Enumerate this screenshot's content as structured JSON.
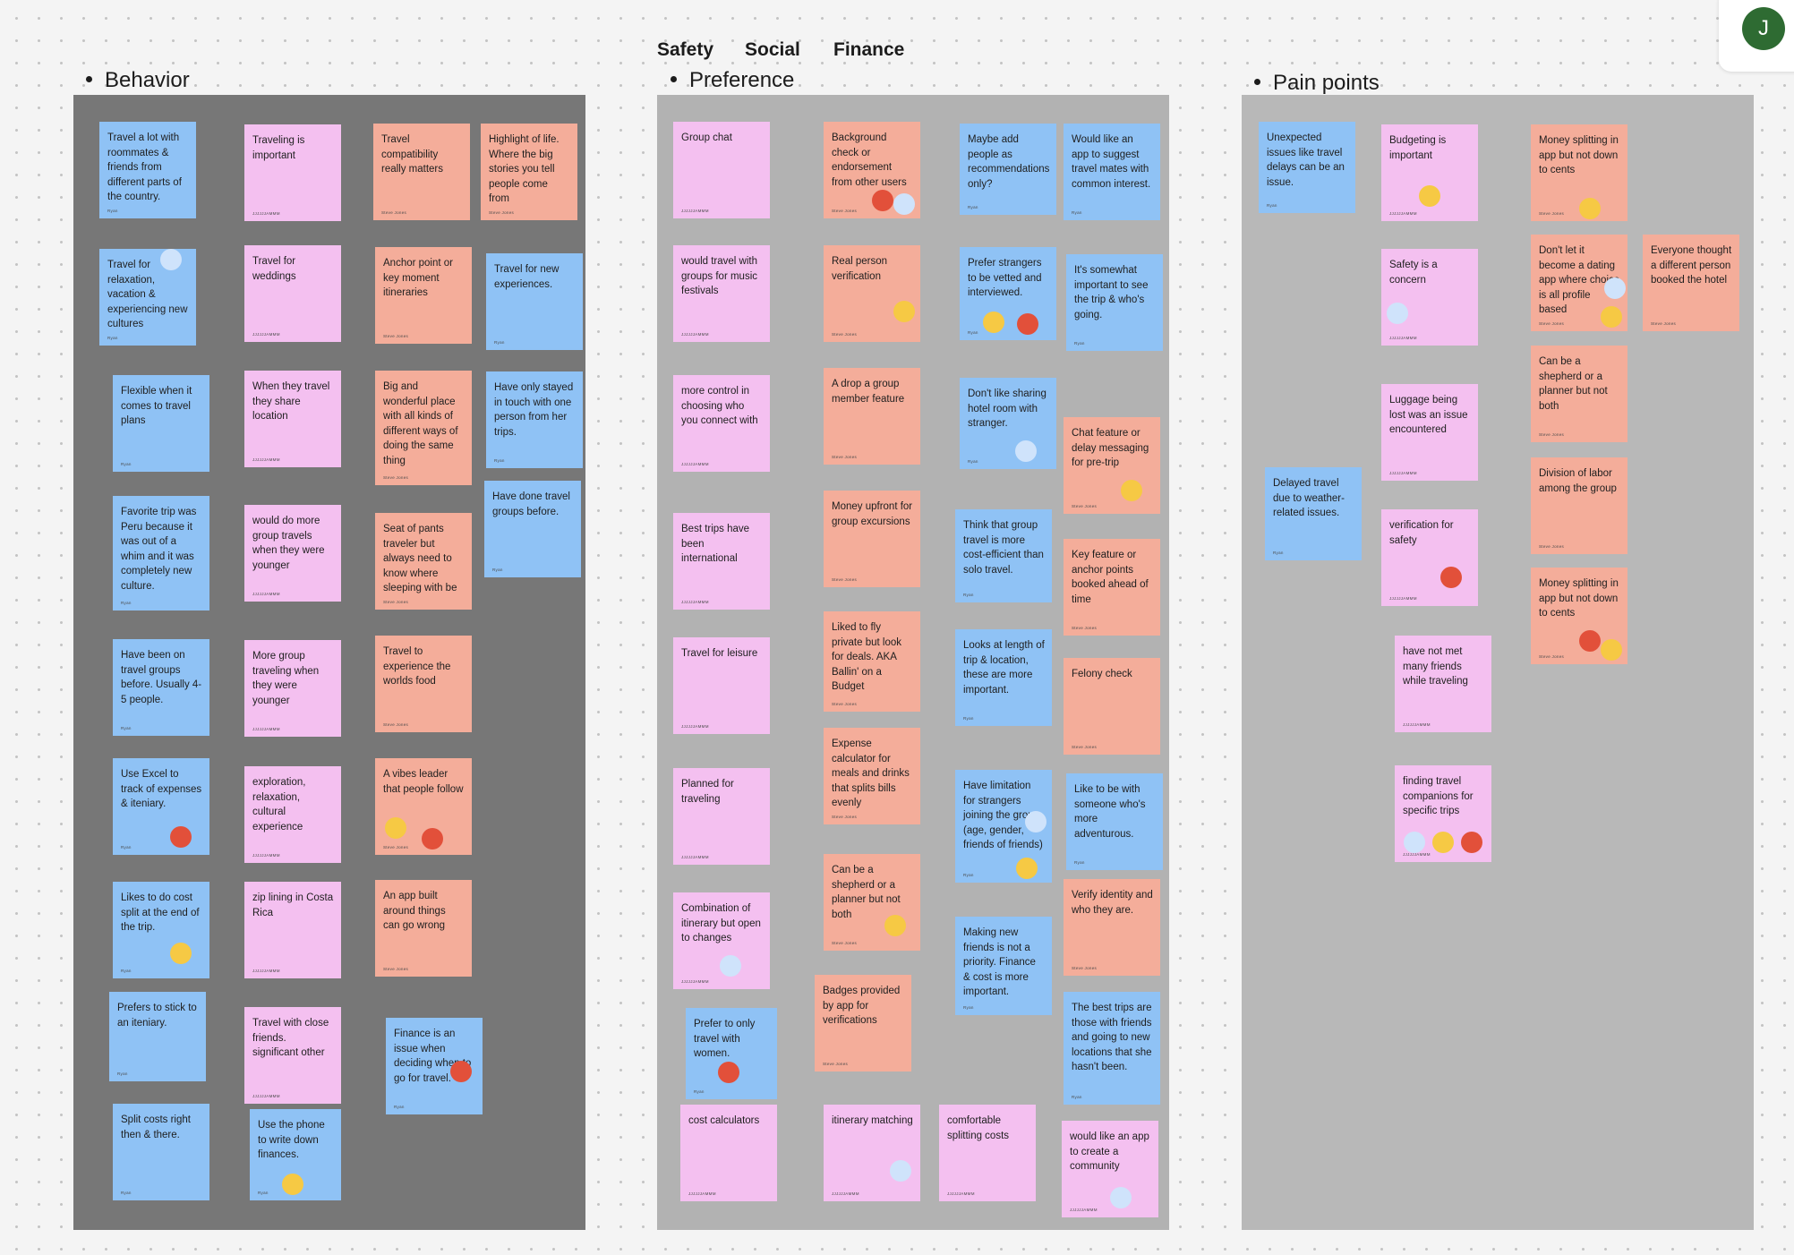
{
  "top_tabs": [
    "Safety",
    "Social",
    "Finance"
  ],
  "user": {
    "avatar_initial": "J"
  },
  "colors": {
    "canvas": "#f4f4f4",
    "behavior_board": "#777777",
    "preference_board": "#b2b2b2",
    "painpoints_board": "#b8b8b8",
    "note_blue": "#8fc2f5",
    "note_pink": "#f4c0f0",
    "note_salmon": "#f4ad9a",
    "vote_yellow": "#f6c944",
    "vote_red": "#e2503a",
    "vote_lightblue": "#cfe3fb",
    "avatar": "#2e6b32"
  },
  "sections": [
    {
      "title": "Behavior",
      "notes": [
        {
          "text": "Travel a lot with roommates & friends from different parts of the country.",
          "author": "Ryan"
        },
        {
          "text": "Traveling is important",
          "author": "JJJJJJAMMM"
        },
        {
          "text": "Travel compatibility really matters",
          "author": "Steve Jones"
        },
        {
          "text": "Highlight of life. Where the big stories you tell people come from",
          "author": "Steve Jones"
        },
        {
          "text": "Travel for relaxation, vacation & experiencing new cultures",
          "author": "Ryan"
        },
        {
          "text": "Travel for weddings",
          "author": "JJJJJJAMMM"
        },
        {
          "text": "Anchor point or key moment itineraries",
          "author": "Steve Jones"
        },
        {
          "text": "Travel for new experiences.",
          "author": "Ryan"
        },
        {
          "text": "Flexible when it comes to travel plans",
          "author": "Ryan"
        },
        {
          "text": "When they travel they share location",
          "author": "JJJJJJAMMM"
        },
        {
          "text": "Big and wonderful place with all kinds of different ways of doing the same thing",
          "author": "Steve Jones"
        },
        {
          "text": "Have only stayed in touch with one person from her trips.",
          "author": "Ryan"
        },
        {
          "text": "Have done travel groups before.",
          "author": "Ryan"
        },
        {
          "text": "Favorite trip was Peru because it was out of a whim and it was completely new culture.",
          "author": "Ryan"
        },
        {
          "text": "would do more group travels when they were younger",
          "author": "JJJJJJAMMM"
        },
        {
          "text": "Seat of pants traveler but always need to know where sleeping with be",
          "author": "Steve Jones"
        },
        {
          "text": "Have been on travel groups before. Usually 4-5 people.",
          "author": "Ryan"
        },
        {
          "text": "More group traveling when they were younger",
          "author": "JJJJJJAMMM"
        },
        {
          "text": "Travel to experience the worlds food",
          "author": "Steve Jones"
        },
        {
          "text": "Use Excel to track of expenses & iteniary.",
          "author": "Ryan"
        },
        {
          "text": "exploration, relaxation, cultural experience",
          "author": "JJJJJJAMMM"
        },
        {
          "text": "A vibes leader that people follow",
          "author": "Steve Jones"
        },
        {
          "text": "Likes to do cost split at the end of the trip.",
          "author": "Ryan"
        },
        {
          "text": "zip lining in Costa Rica",
          "author": "JJJJJJAMMM"
        },
        {
          "text": "An app built around things can go wrong",
          "author": "Steve Jones"
        },
        {
          "text": "Prefers to stick to an iteniary.",
          "author": "Ryan"
        },
        {
          "text": "Travel with close friends. significant other",
          "author": "JJJJJJAMMM"
        },
        {
          "text": "Finance is an issue when deciding when to go for travel.",
          "author": "Ryan"
        },
        {
          "text": "Split costs right then & there.",
          "author": "Ryan"
        },
        {
          "text": "Use the phone to write down finances.",
          "author": "Ryan"
        }
      ]
    },
    {
      "title": "Preference",
      "notes": [
        {
          "text": "Group chat",
          "author": "JJJJJJAMMM"
        },
        {
          "text": "Background check or endorsement from other users",
          "author": "Steve Jones"
        },
        {
          "text": "Maybe add people as recommendations only?",
          "author": "Ryan"
        },
        {
          "text": "Would like an app to suggest travel mates with common interest.",
          "author": "Ryan"
        },
        {
          "text": "would travel with groups for music festivals",
          "author": "JJJJJJAMMM"
        },
        {
          "text": "Real person verification",
          "author": "Steve Jones"
        },
        {
          "text": "Prefer strangers to be vetted and interviewed.",
          "author": "Ryan"
        },
        {
          "text": "It's somewhat important to see the trip & who's going.",
          "author": "Ryan"
        },
        {
          "text": "more control in choosing who you connect with",
          "author": "JJJJJJAMMM"
        },
        {
          "text": "A drop a group member feature",
          "author": "Steve Jones"
        },
        {
          "text": "Don't like sharing hotel room with stranger.",
          "author": "Ryan"
        },
        {
          "text": "Chat feature or delay messaging for pre-trip",
          "author": "Steve Jones"
        },
        {
          "text": "Best trips have been international",
          "author": "JJJJJJAMMM"
        },
        {
          "text": "Money upfront for group excursions",
          "author": "Steve Jones"
        },
        {
          "text": "Think that group travel is more cost-efficient than solo travel.",
          "author": "Ryan"
        },
        {
          "text": "Key feature or anchor points booked ahead of time",
          "author": "Steve Jones"
        },
        {
          "text": "Travel for leisure",
          "author": "JJJJJJAMMM"
        },
        {
          "text": "Liked to fly private but look for deals. AKA Ballin' on a Budget",
          "author": "Steve Jones"
        },
        {
          "text": "Looks at length of trip & location, these are more important.",
          "author": "Ryan"
        },
        {
          "text": "Felony check",
          "author": "Steve Jones"
        },
        {
          "text": "Planned for traveling",
          "author": "JJJJJJAMMM"
        },
        {
          "text": "Expense calculator for meals and drinks that splits bills evenly",
          "author": "Steve Jones"
        },
        {
          "text": "Have limitation for strangers joining the group (age, gender, friends of friends)",
          "author": "Ryan"
        },
        {
          "text": "Like to be with someone who's more adventurous.",
          "author": "Ryan"
        },
        {
          "text": "Combination of itinerary but open to changes",
          "author": "JJJJJJAMMM"
        },
        {
          "text": "Can be a shepherd or a planner but not both",
          "author": "Steve Jones"
        },
        {
          "text": "Making new friends is not a priority. Finance & cost is more important.",
          "author": "Ryan"
        },
        {
          "text": "Verify identity and who they are.",
          "author": "Steve Jones"
        },
        {
          "text": "Badges provided by app for verifications",
          "author": "Steve Jones"
        },
        {
          "text": "Prefer to only travel with women.",
          "author": "Ryan"
        },
        {
          "text": "The best trips are those with friends and going to new locations that she hasn't been.",
          "author": "Ryan"
        },
        {
          "text": "cost calculators",
          "author": "JJJJJJAMMM"
        },
        {
          "text": "itinerary matching",
          "author": "JJJJJJAMMM"
        },
        {
          "text": "comfortable splitting costs",
          "author": "JJJJJJAMMM"
        },
        {
          "text": "would like an app to create a community",
          "author": "JJJJJJAMMM"
        }
      ]
    },
    {
      "title": "Pain points",
      "notes": [
        {
          "text": "Unexpected issues like travel delays can be an issue.",
          "author": "Ryan"
        },
        {
          "text": "Budgeting is important",
          "author": "JJJJJJAMMM"
        },
        {
          "text": "Money splitting in app but not down to cents",
          "author": "Steve Jones"
        },
        {
          "text": "Safety is a concern",
          "author": "JJJJJJAMMM"
        },
        {
          "text": "Don't let it become a dating app where choice is all profile based",
          "author": "Steve Jones"
        },
        {
          "text": "Everyone thought a different person booked the hotel",
          "author": "Steve Jones"
        },
        {
          "text": "Can be a shepherd or a planner but not both",
          "author": "Steve Jones"
        },
        {
          "text": "Luggage being lost was an issue encountered",
          "author": "JJJJJJAMMM"
        },
        {
          "text": "Delayed travel due to weather-related issues.",
          "author": "Ryan"
        },
        {
          "text": "Division of labor among the group",
          "author": "Steve Jones"
        },
        {
          "text": "verification for safety",
          "author": "JJJJJJAMMM"
        },
        {
          "text": "Money splitting in app but not down to cents",
          "author": "Steve Jones"
        },
        {
          "text": "have not met many friends while traveling",
          "author": "JJJJJJAMMM"
        },
        {
          "text": "finding travel companions for specific trips",
          "author": "JJJJJJAMMM"
        }
      ]
    }
  ]
}
